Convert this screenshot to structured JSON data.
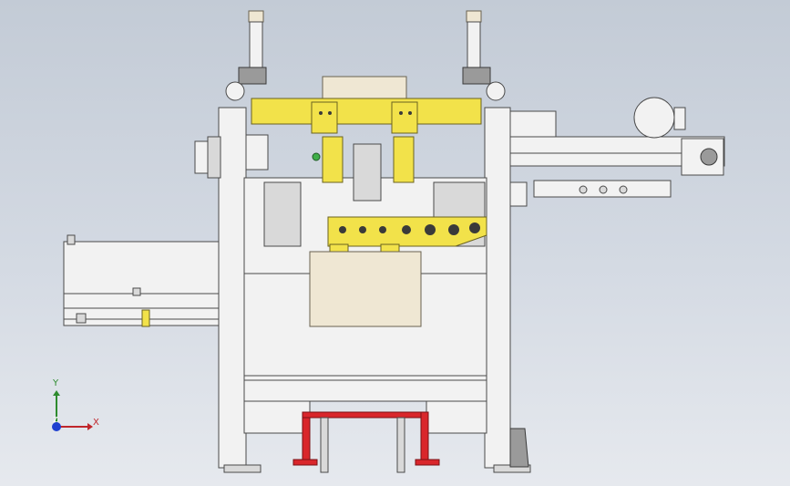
{
  "scene": {
    "view": "front-orthographic",
    "background_gradient": [
      "#c3cbd6",
      "#e6e9ee"
    ]
  },
  "colors": {
    "frame": "#f2f2f2",
    "frame_edge": "#4a4a4a",
    "shade": "#d9d9d9",
    "dark_shade": "#9a9a9a",
    "accent_yellow": "#f2e24a",
    "accent_yellow_edge": "#6b6320",
    "accent_red": "#d9262b",
    "cover_beige": "#efe7d3",
    "green_part": "#3fae49"
  },
  "triad": {
    "x_label": "X",
    "y_label": "Y",
    "z_label": "Z",
    "x_color": "#c0262b",
    "y_color": "#2e8b2e",
    "z_color": "#1e3fd0"
  }
}
